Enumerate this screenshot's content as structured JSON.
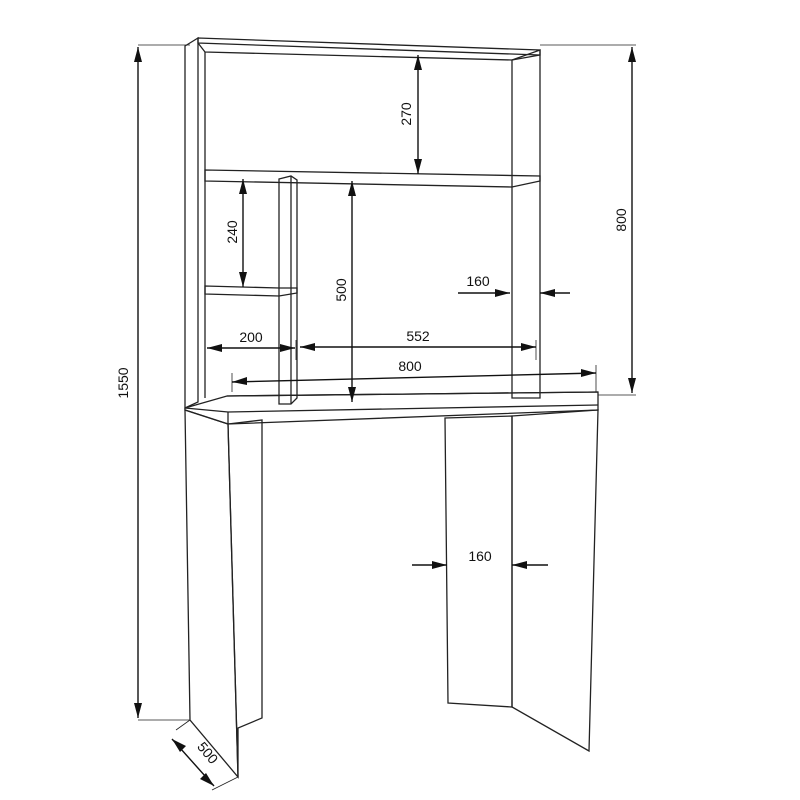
{
  "dimensions": {
    "total_height": "1550",
    "hutch_height": "800",
    "top_shelf_height": "270",
    "small_shelf_height": "240",
    "center_opening_height": "500",
    "side_compartment_width": "200",
    "center_opening_width": "552",
    "hutch_width": "800",
    "hutch_side_thickness": "160",
    "leg_panel_width": "160",
    "depth": "500"
  },
  "colors": {
    "lines": "#222222",
    "background": "#ffffff"
  }
}
